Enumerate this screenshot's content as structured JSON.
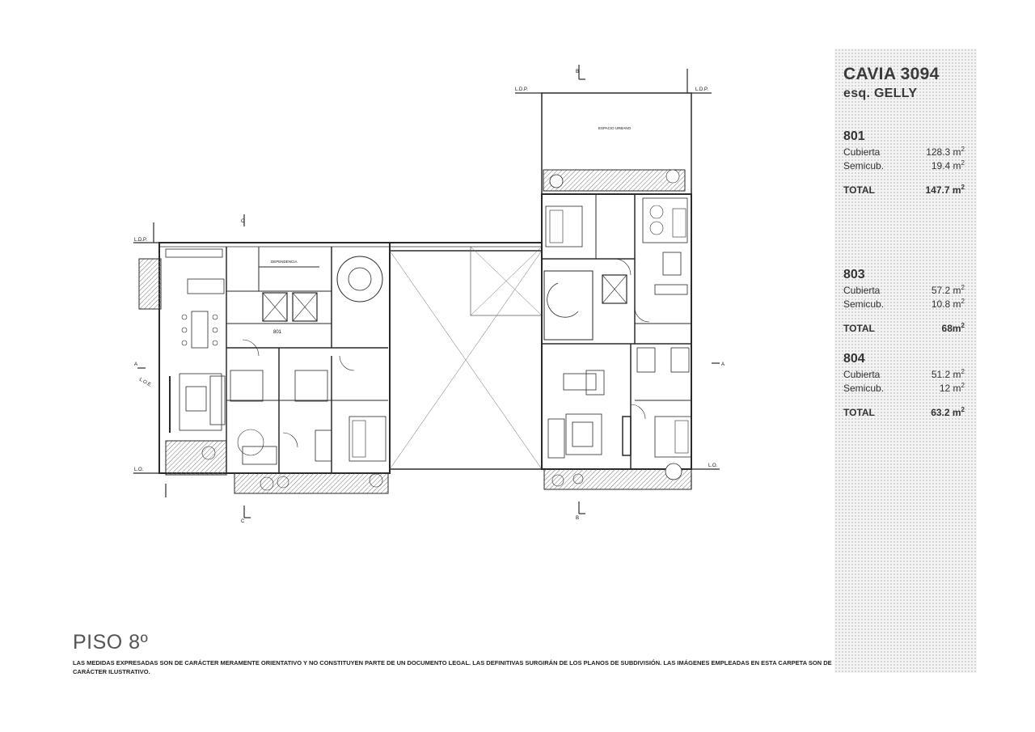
{
  "project": {
    "title": "CAVIA 3094",
    "subtitle": "esq. GELLY"
  },
  "units": [
    {
      "number": "801",
      "cubierta_label": "Cubierta",
      "cubierta_value": "128.3 m",
      "semicub_label": "Semicub.",
      "semicub_value": "19.4 m",
      "total_label": "TOTAL",
      "total_value": "147.7 m"
    },
    {
      "number": "803",
      "cubierta_label": "Cubierta",
      "cubierta_value": "57.2 m",
      "semicub_label": "Semicub.",
      "semicub_value": "10.8 m",
      "total_label": "TOTAL",
      "total_value": "68m"
    },
    {
      "number": "804",
      "cubierta_label": "Cubierta",
      "cubierta_value": "51.2 m",
      "semicub_label": "Semicub.",
      "semicub_value": "12 m",
      "total_label": "TOTAL",
      "total_value": "63.2 m"
    }
  ],
  "floor_label": "PISO 8º",
  "disclaimer": "LAS MEDIDAS EXPRESADAS SON DE CARÁCTER MERAMENTE ORIENTATIVO Y NO CONSTITUYEN PARTE DE UN DOCUMENTO LEGAL. LAS DEFINITIVAS SURGIRÁN DE LOS PLANOS DE SUBDIVISIÓN. LAS IMÁGENES EMPLEADAS EN ESTA CARPETA SON DE CARÁCTER ILUSTRATIVO.",
  "plan_labels": {
    "ldp": "L.D.P.",
    "lo": "L.O.",
    "loe": "L.O.E.",
    "espacio_urbano": "ESPACIO URBANO",
    "dependencia": "DEPENDENCIA",
    "unit_tag": "801",
    "marker_a": "A",
    "marker_b": "B",
    "marker_c": "C"
  },
  "colors": {
    "line": "#2a2a2a",
    "hatch": "#666666",
    "sidebar_dots": "#c9c9c9"
  }
}
